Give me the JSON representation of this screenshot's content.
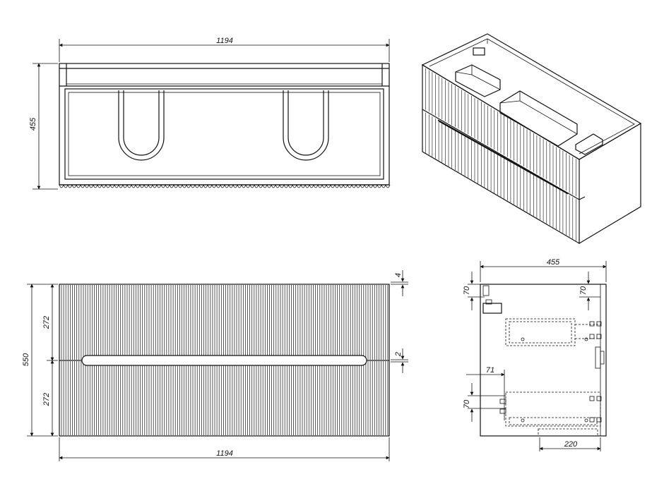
{
  "drawing": {
    "top_view": {
      "width_label": "1194",
      "depth_label": "455"
    },
    "front_view": {
      "height_label": "550",
      "upper_drawer_label": "272",
      "lower_drawer_label": "272",
      "top_gap_label": "4",
      "mid_gap_label": "2",
      "width_label": "1194"
    },
    "side_view": {
      "depth_label": "455",
      "top_offset_left_label": "70",
      "top_offset_right_label": "70",
      "side_offset_label": "71",
      "lower_offset_label": "70",
      "bottom_width_label": "220"
    }
  }
}
